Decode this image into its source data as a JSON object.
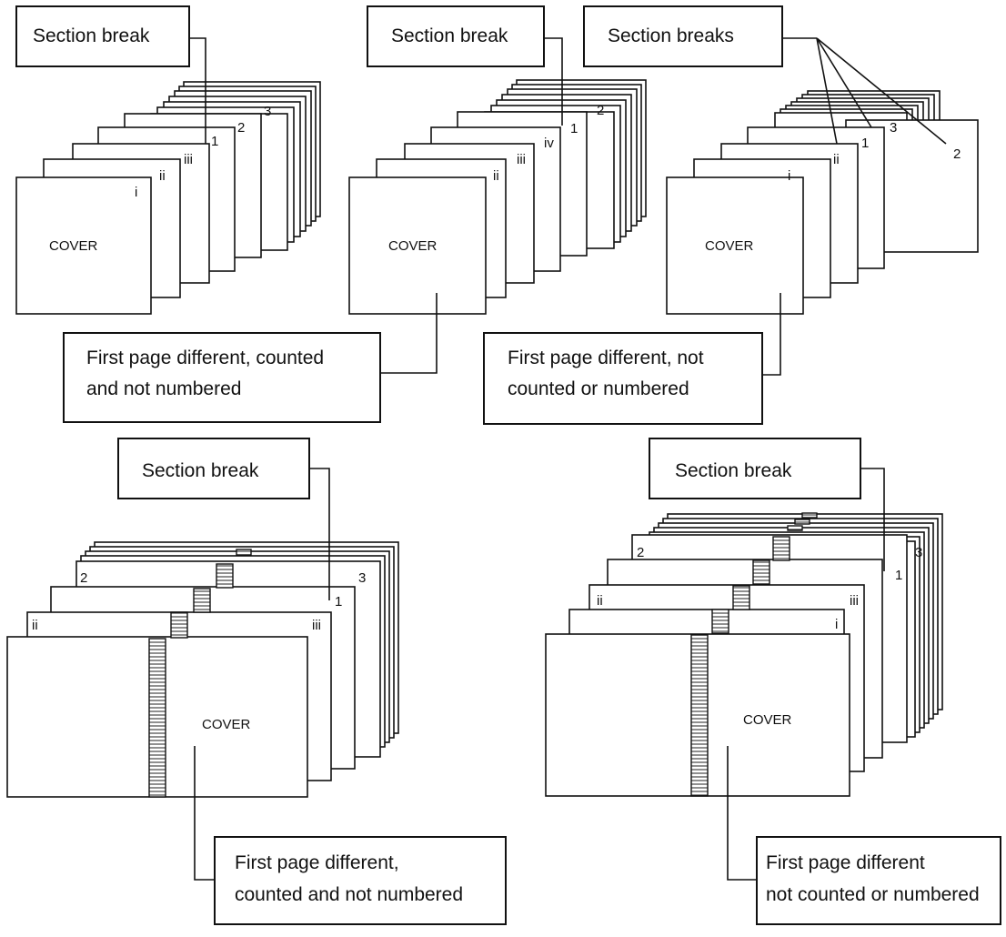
{
  "labels": {
    "section_break": "Section break",
    "section_breaks": "Section breaks",
    "cover": "COVER"
  },
  "diagrams": {
    "d1": {
      "callout_top": "Section break",
      "cover": "COVER",
      "pages": [
        "i",
        "ii",
        "iii",
        "1",
        "2",
        "3"
      ]
    },
    "d2": {
      "callout_top": "Section break",
      "cover": "COVER",
      "pages": [
        "ii",
        "iii",
        "iv",
        "1",
        "2"
      ],
      "callout_bottom": [
        "First page different, counted",
        "and not numbered"
      ]
    },
    "d3": {
      "callout_top": "Section breaks",
      "cover": "COVER",
      "pages": [
        "i",
        "ii",
        "1",
        "3",
        "2"
      ],
      "callout_bottom": [
        "First page different, not",
        "counted or numbered"
      ]
    },
    "d4": {
      "callout_top": "Section break",
      "cover": "COVER",
      "pages": [
        "ii",
        "iii",
        "2",
        "1",
        "3"
      ],
      "callout_bottom": [
        "First page different,",
        "counted and not numbered"
      ]
    },
    "d5": {
      "callout_top": "Section break",
      "cover": "COVER",
      "pages": [
        "i",
        "ii",
        "iii",
        "2",
        "1",
        "3"
      ],
      "callout_bottom": [
        "First page different",
        "not counted or numbered"
      ]
    }
  }
}
